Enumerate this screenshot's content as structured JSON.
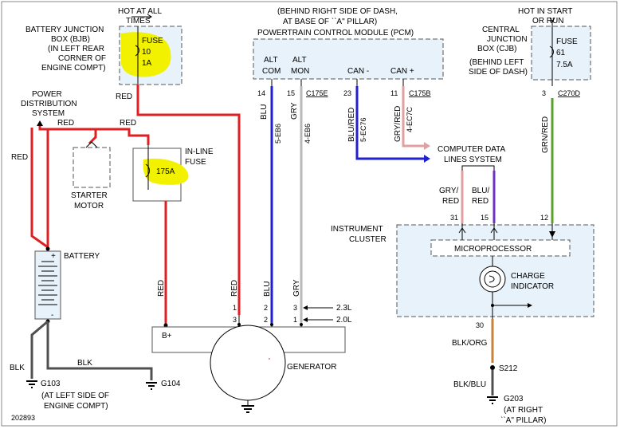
{
  "labels": {
    "hot_at_all_times_1": "HOT AT ALL",
    "hot_at_all_times_2": "TIMES",
    "bjb_1": "BATTERY JUNCTION",
    "bjb_2": "BOX (BJB)",
    "bjb_3": "(IN LEFT REAR",
    "bjb_4": "CORNER OF",
    "bjb_5": "ENGINE COMPT)",
    "bjb_fuse": "FUSE",
    "bjb_fuse_num": "10",
    "bjb_fuse_amp": "1A",
    "pcm_loc_1": "(BEHIND RIGHT SIDE OF DASH,",
    "pcm_loc_2": "AT BASE OF ``A\" PILLAR)",
    "pcm_title": "POWERTRAIN CONTROL MODULE (PCM)",
    "pcm_alt_com_1": "ALT",
    "pcm_alt_com_2": "COM",
    "pcm_alt_mon_1": "ALT",
    "pcm_alt_mon_2": "MON",
    "pcm_can_minus": "CAN -",
    "pcm_can_plus": "CAN +",
    "hot_start_1": "HOT IN START",
    "hot_start_2": "OR RUN",
    "cjb_1": "CENTRAL",
    "cjb_2": "JUNCTION",
    "cjb_3": "BOX (CJB)",
    "cjb_4": "(BEHIND LEFT",
    "cjb_5": "SIDE OF DASH)",
    "cjb_fuse": "FUSE",
    "cjb_fuse_num": "61",
    "cjb_fuse_amp": "7.5A",
    "pds_1": "POWER",
    "pds_2": "DISTRIBUTION",
    "pds_3": "SYSTEM",
    "starter_1": "STARTER",
    "starter_2": "MOTOR",
    "inline_1": "IN-LINE",
    "inline_2": "FUSE",
    "inline_amp": "175A",
    "battery": "BATTERY",
    "cdl_1": "COMPUTER DATA",
    "cdl_2": "LINES SYSTEM",
    "ic_1": "INSTRUMENT",
    "ic_2": "CLUSTER",
    "microprocessor": "MICROPROCESSOR",
    "charge_1": "CHARGE",
    "charge_2": "INDICATOR",
    "generator": "GENERATOR",
    "b_plus": "B+",
    "g103": "G103",
    "g103_loc_1": "(AT LEFT SIDE OF",
    "g103_loc_2": "ENGINE COMPT)",
    "g104": "G104",
    "s212": "S212",
    "g203": "G203",
    "g203_loc_1": "(AT RIGHT",
    "g203_loc_2": "``A\" PILLAR)",
    "engine_23": "2.3L",
    "engine_20": "2.0L",
    "fig_id": "202893",
    "battery_plus": "+",
    "battery_minus": "-"
  },
  "wires": {
    "red": "RED",
    "blu": "BLU",
    "gry": "GRY",
    "blu_red": "BLU/RED",
    "gry_red": "GRY/RED",
    "gry_red_split": "GRY/",
    "red_split": "RED",
    "blu_split": "BLU/",
    "grn_red": "GRN/RED",
    "blk": "BLK",
    "blk_org": "BLK/ORG",
    "blk_blu": "BLK/BLU",
    "circ_5eb6": "5-EB6",
    "circ_4eb6": "4-EB6",
    "circ_5ec76": "5-EC76",
    "circ_4ec7c": "4-EC7C"
  },
  "pins": {
    "p14": "14",
    "p15": "15",
    "p23": "23",
    "p11": "11",
    "p3": "3",
    "p31": "31",
    "p15b": "15",
    "p12": "12",
    "p30": "30",
    "g1": "1",
    "g2": "2",
    "g3": "3",
    "g2b": "2",
    "g3b": "3",
    "g1b": "1"
  },
  "connectors": {
    "c175e": "C175E",
    "c175b": "C175B",
    "c270d": "C270D"
  },
  "colors": {
    "red": "#e02020",
    "blue": "#2020d0",
    "gray": "#b8b8b8",
    "green": "#5aa02a",
    "orange": "#c8823c",
    "pink": "#e0a0a0",
    "purple": "#7030c0",
    "blackwire": "#505050",
    "highlight": "#f2f200",
    "module_fill": "#e7f2fa"
  }
}
